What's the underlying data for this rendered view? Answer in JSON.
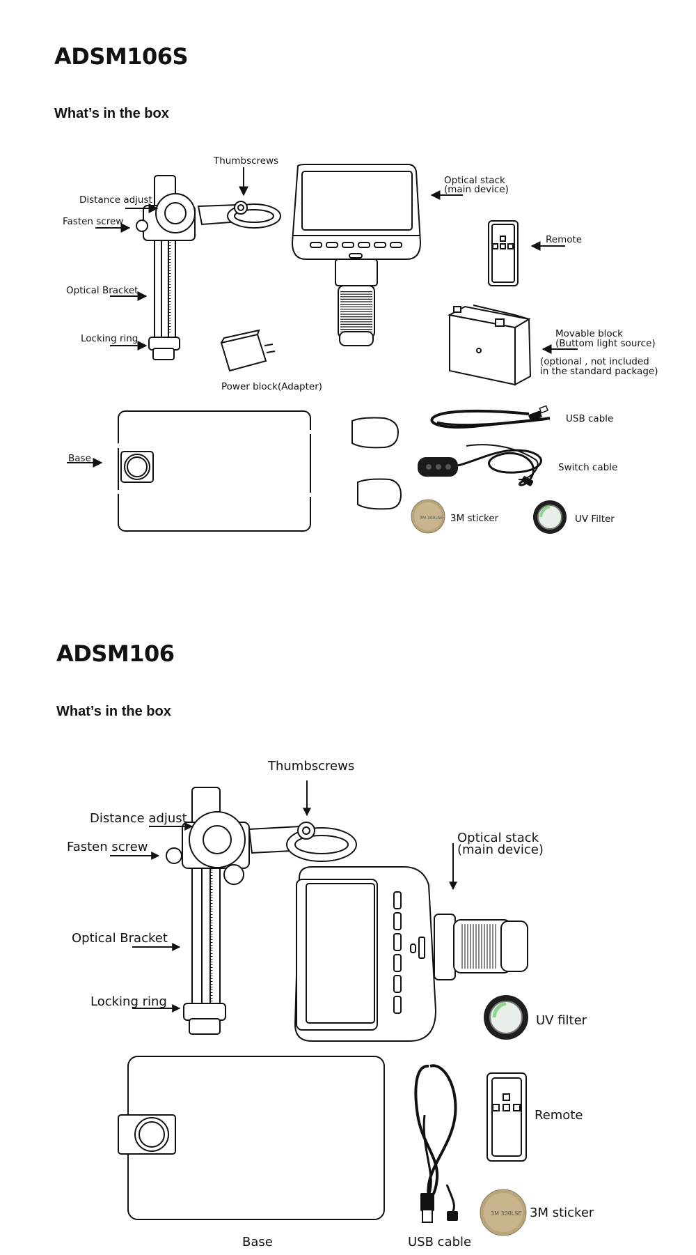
{
  "section1": {
    "title": "ADSM106S",
    "subtitle": "What’s in the box",
    "labels": {
      "thumbscrews": "Thumbscrews",
      "distance_adjust": "Distance adjust",
      "fasten_screw": "Fasten screw",
      "optical_bracket": "Optical Bracket",
      "locking_ring": "Locking ring",
      "power_block": "Power block(Adapter)",
      "optical_stack_1": "Optical stack",
      "optical_stack_2": "(main device)",
      "remote": "Remote",
      "movable_block_1": "Movable block",
      "movable_block_2": "(Buttom light source)",
      "optional_1": "(optional , not included",
      "optional_2": "in the standard package)",
      "usb_cable": "USB cable",
      "switch_cable": "Switch cable",
      "base": "Base",
      "sticker": "3M sticker",
      "uv_filter": "UV Filter"
    }
  },
  "section2": {
    "title": "ADSM106",
    "subtitle": "What’s in the box",
    "labels": {
      "thumbscrews": "Thumbscrews",
      "distance_adjust": "Distance adjust",
      "fasten_screw": "Fasten screw",
      "optical_bracket": "Optical Bracket",
      "locking_ring": "Locking ring",
      "optical_stack_1": "Optical stack",
      "optical_stack_2": "(main device)",
      "uv_filter": "UV filter",
      "remote": "Remote",
      "sticker": "3M sticker",
      "base": "Base",
      "usb_cable": "USB cable"
    },
    "sticker_text": "3M 300LSE"
  }
}
